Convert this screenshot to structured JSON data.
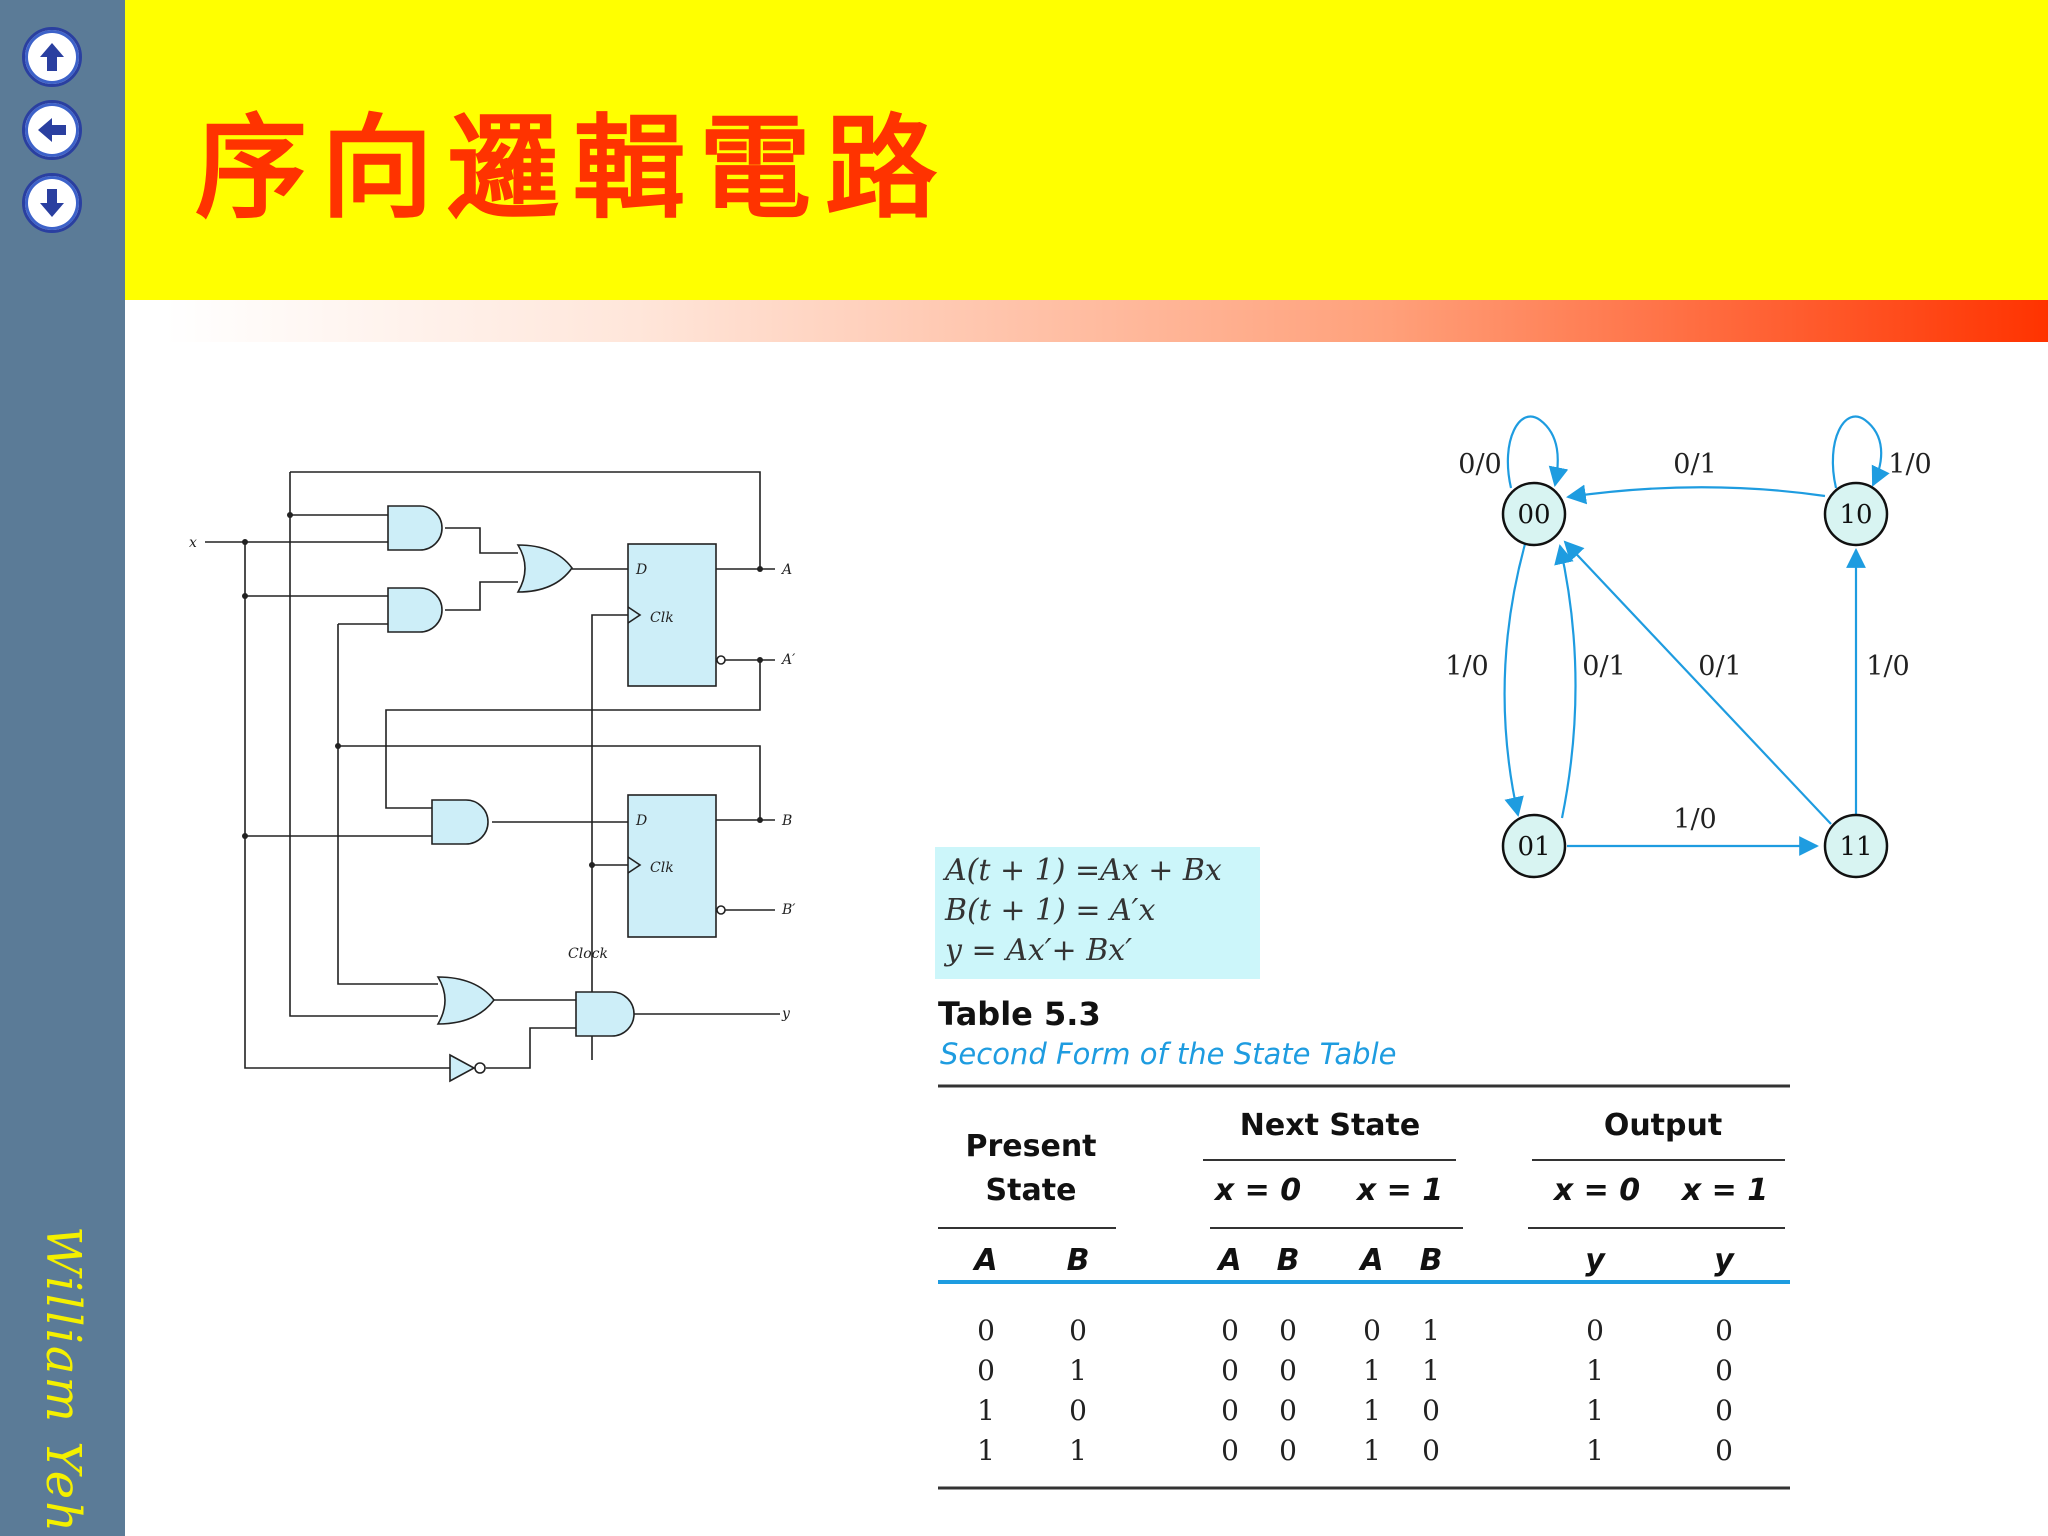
{
  "title": "序向邏輯電路",
  "author": "William Yeh",
  "nav": [
    {
      "icon": "arrow-up-icon"
    },
    {
      "icon": "arrow-left-icon"
    },
    {
      "icon": "arrow-down-icon"
    }
  ],
  "colors": {
    "sidebar": "#5b7b97",
    "header": "#ffff00",
    "title": "#ff3300",
    "accent": "#1e9ce0",
    "equation_bg": "#ccf6fa"
  },
  "circuit": {
    "input_x": "x",
    "clock": "Clock",
    "d_label": "D",
    "clk_label": "Clk",
    "out_a": "A",
    "out_a_not": "A′",
    "out_b": "B",
    "out_b_not": "B′",
    "out_y": "y"
  },
  "state_diagram": {
    "states": [
      "00",
      "10",
      "01",
      "11"
    ],
    "labels": {
      "self_00": "0/0",
      "t10_00": "0/1",
      "self_10": "1/0",
      "t00_01": "1/0",
      "t01_00": "0/1",
      "t11_00": "0/1",
      "t11_10": "1/0",
      "t01_11": "1/0"
    }
  },
  "equations": [
    "A(t + 1) =Ax + Bx",
    "B(t + 1) = A′x",
    "y = Ax′+ Bx′"
  ],
  "table": {
    "title": "Table 5.3",
    "subtitle": "Second Form of the State Table",
    "headers": {
      "present_line1": "Present",
      "present_line2": "State",
      "next": "Next State",
      "output": "Output",
      "x0": "x = 0",
      "x1": "x = 1",
      "col_a": "A",
      "col_b": "B",
      "col_y": "y"
    },
    "rows": [
      [
        "0",
        "0",
        "0",
        "0",
        "0",
        "1",
        "0",
        "0"
      ],
      [
        "0",
        "1",
        "0",
        "0",
        "1",
        "1",
        "1",
        "0"
      ],
      [
        "1",
        "0",
        "0",
        "0",
        "1",
        "0",
        "1",
        "0"
      ],
      [
        "1",
        "1",
        "0",
        "0",
        "1",
        "0",
        "1",
        "0"
      ]
    ]
  }
}
